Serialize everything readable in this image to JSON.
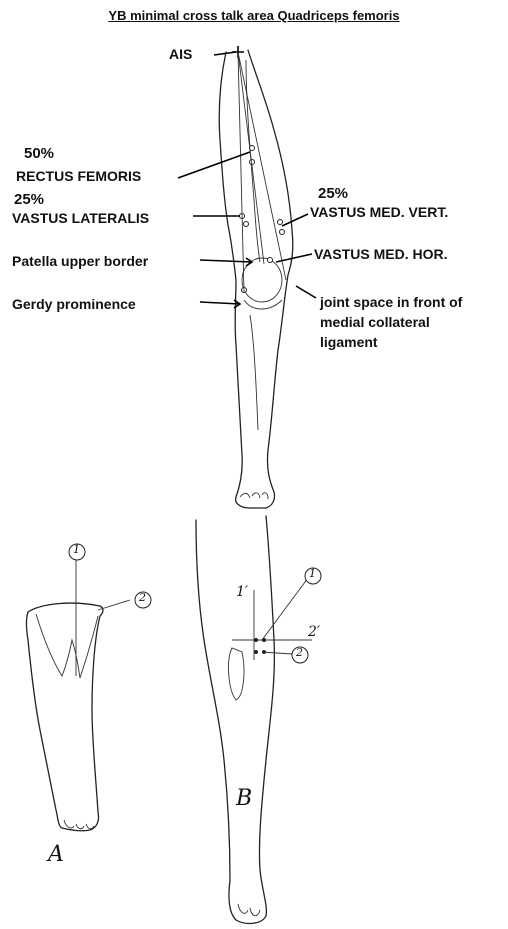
{
  "title": "YB minimal cross talk area Quadriceps femoris",
  "labels": {
    "ais": "AIS",
    "pct_rectus": "50%",
    "rectus": "RECTUS FEMORIS",
    "pct_lateralis": "25%",
    "lateralis": "VASTUS LATERALIS",
    "pct_medvert": "25%",
    "medvert": "VASTUS MED. VERT.",
    "patella": "Patella upper border",
    "medhor": "VASTUS MED. HOR.",
    "gerdy": "Gerdy prominence",
    "joint1": "joint space in front of",
    "joint2": "medial collateral",
    "joint3": "ligament"
  },
  "sketch": {
    "a_label": "A",
    "b_label": "B",
    "marker_1": "1",
    "marker_2": "2",
    "marker_1b": "1",
    "marker_2b": "2",
    "tag_1p": "1′",
    "tag_2p": "2′"
  }
}
